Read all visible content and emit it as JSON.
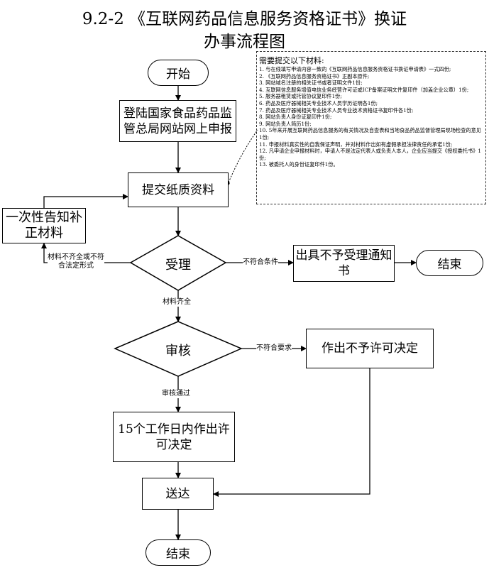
{
  "title": {
    "line1": "9.2-2 《互联网药品信息服务资格证书》换证",
    "line2": "办事流程图"
  },
  "nodes": {
    "start": "开始",
    "submit_online": "登陆国家食品药品监管总局网站网上申报",
    "submit_paper": "提交纸质资料",
    "notify_supplement": "一次性告知补正材料",
    "accept": "受理",
    "reject_notice": "出具不予受理通知书",
    "end_reject": "结束",
    "review": "审核",
    "deny_decision": "作出不予许可决定",
    "permit_decision": "15个工作日内作出许可决定",
    "deliver": "送达",
    "end": "结束"
  },
  "edge_labels": {
    "incomplete": "材料不齐全或不符合法定形式",
    "not_conform": "不符合条件",
    "complete": "材料齐全",
    "not_meet": "不符合要求",
    "review_pass": "审核通过"
  },
  "materials": {
    "heading": "需要提交以下材料:",
    "items": [
      "1. 与在线填写申请内容一致的《互联网药品信息服务资格证书换证申请表》一式四份;",
      "2. 《互联网药品信息服务资格证书》正副本原件;",
      "3. 网站域名注册的相关证书或者证明文件1份;",
      "4. 互联网信息服务增值电信业务经营许可证或ICP备案证明文件复印件（加盖企业公章）1份;",
      "5. 服务器租赁或托管协议复印件1份;",
      "6. 药品及医疗器械相关专业技术人员学历证明各1份;",
      "7. 药品及医疗器械相关专业技术人员专业技术资格证书复印件各1份;",
      "8. 网站负责人身份证复印件1份;",
      "9. 网站负责人简历1份;",
      "10. 5年来开展互联网药品信息服务的有关情况及自查表和当地食品药品监督管理局现场检查的意见1份;",
      "11. 申报材料真实性的自我保证声明，并对材料作出如有虚假承担法律责任的承诺1份;",
      "12. 凡申请企业申报材料时，申请人不是法定代表人或负责人本人，企业应当提交《授权委托书》1份;",
      "13. 被委托人的身份证复印件1份。"
    ]
  }
}
